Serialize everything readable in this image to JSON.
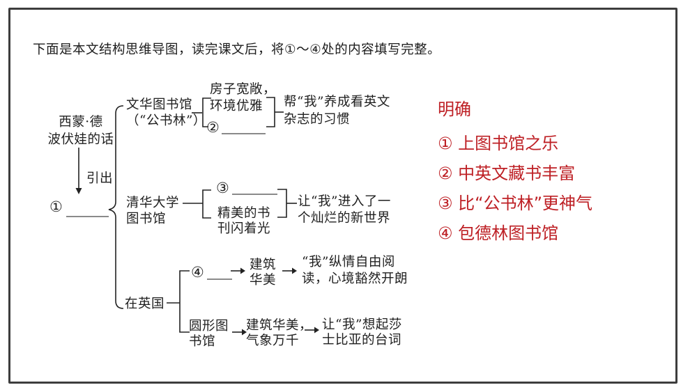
{
  "page": {
    "title": "下面是本文结构思维导图，读完课文后，将①～④处的内容填写完整。"
  },
  "colors": {
    "ink": "#1f1f1f",
    "connector_line": "#222222",
    "blank_underline": "#8a8a8a",
    "accent_red": "#be2025",
    "frame_border": "#3d3d3d"
  },
  "diagram": {
    "source": {
      "line1": "西蒙·德",
      "line2": "波伏娃的话"
    },
    "arrow_label": "引出",
    "blanks": {
      "b1": "①",
      "b2": "②",
      "b3": "③",
      "b4": "④"
    },
    "wenhua": {
      "line1": "文华图书馆",
      "line2": "（“公书林”）"
    },
    "fangzi": {
      "line1": "房子宽敞，",
      "line2": "环境优雅"
    },
    "outcome1": {
      "line1": "帮“我”养成看英文",
      "line2": "杂志的习惯"
    },
    "qinghua": {
      "line1": "清华大学",
      "line2": "图书馆"
    },
    "jingmei": {
      "line1": "精美的书",
      "line2": "刊闪着光"
    },
    "outcome2": {
      "line1": "让“我”进入了一",
      "line2": "个灿烂的新世界"
    },
    "uk": "在英国",
    "jianzhu": {
      "line1": "建筑",
      "line2": "华美"
    },
    "outcome3": {
      "line1": "“我”纵情自由阅",
      "line2": "读，心境豁然开朗"
    },
    "yuanxing": {
      "line1": "圆形图",
      "line2": "书馆"
    },
    "qixiang": {
      "line1": "建筑华美，",
      "line2": "气象万千"
    },
    "outcome4": {
      "line1": "让“我”想起莎",
      "line2": "士比亚的台词"
    }
  },
  "answers": {
    "heading": "明确",
    "items": [
      "① 上图书馆之乐",
      "② 中英文藏书丰富",
      "③ 比“公书林”更神气",
      "④ 包德林图书馆"
    ]
  }
}
